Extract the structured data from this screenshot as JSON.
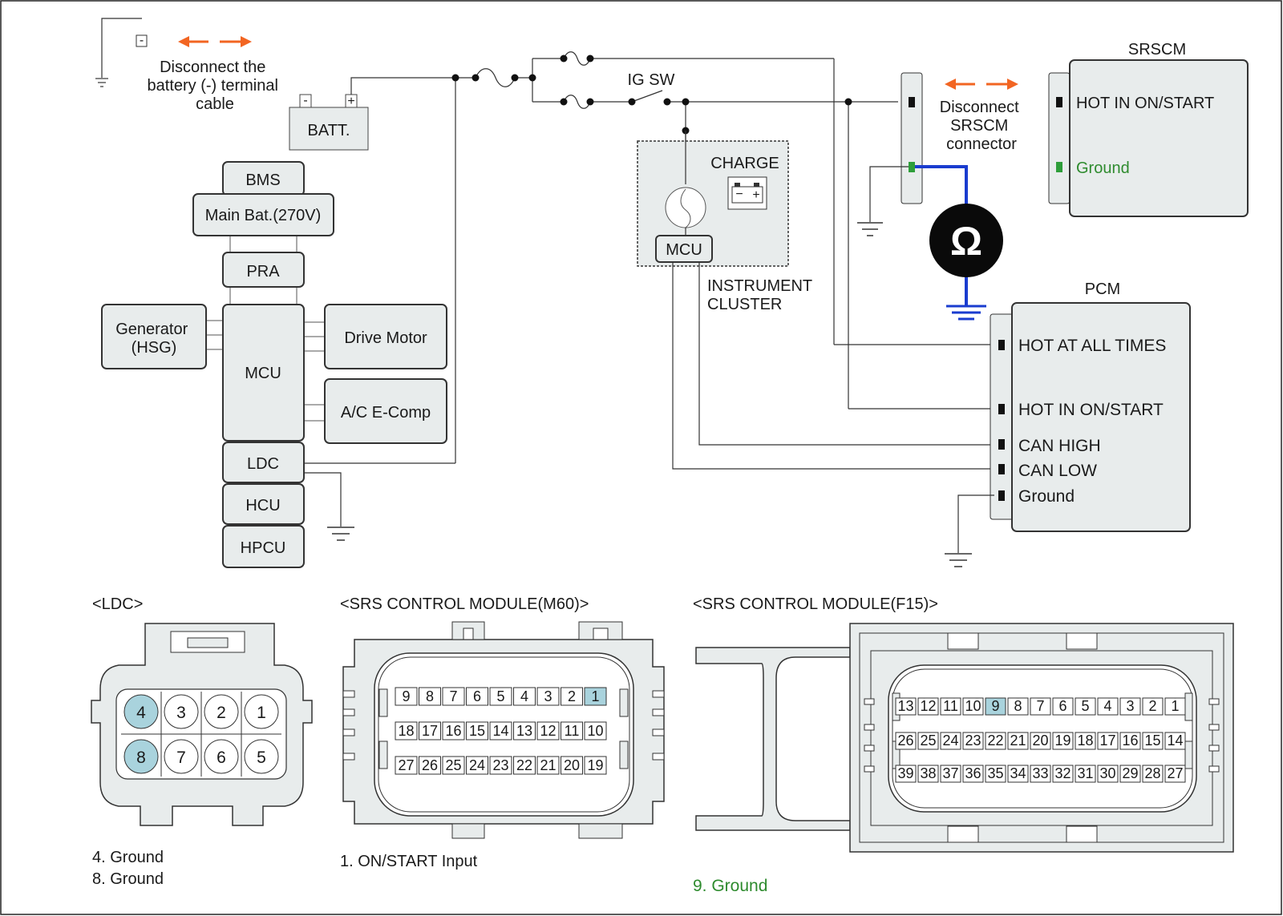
{
  "battery": {
    "disconnect_note": [
      "Disconnect the",
      "battery (-) terminal",
      "cable"
    ],
    "label": "BATT.",
    "minus": "-",
    "plus": "+"
  },
  "hybrid": {
    "bms": "BMS",
    "main_bat": "Main Bat.(270V)",
    "pra": "PRA",
    "generator": [
      "Generator",
      "(HSG)"
    ],
    "mcu": "MCU",
    "drive_motor": "Drive Motor",
    "ac_ecomp": "A/C E-Comp",
    "ldc": "LDC",
    "hcu": "HCU",
    "hpcu": "HPCU"
  },
  "ig_sw": "IG SW",
  "cluster": {
    "charge": "CHARGE",
    "mcu": "MCU",
    "name": [
      "INSTRUMENT",
      "CLUSTER"
    ]
  },
  "srscm": {
    "title": "SRSCM",
    "hot_in": "HOT IN ON/START",
    "ground": "Ground",
    "disconnect_note": [
      "Disconnect",
      "SRSCM",
      "connector"
    ]
  },
  "meter_symbol": "Ω",
  "pcm": {
    "title": "PCM",
    "pins": [
      "HOT AT ALL TIMES",
      "HOT IN ON/START",
      "CAN HIGH",
      "CAN LOW",
      "Ground"
    ]
  },
  "connectors": {
    "ldc": {
      "title": "<LDC>",
      "rows": [
        [
          "4",
          "3",
          "2",
          "1"
        ],
        [
          "8",
          "7",
          "6",
          "5"
        ]
      ],
      "notes": [
        "4. Ground",
        "8. Ground"
      ]
    },
    "m60": {
      "title": "<SRS CONTROL MODULE(M60)>",
      "rows": [
        [
          "9",
          "8",
          "7",
          "6",
          "5",
          "4",
          "3",
          "2",
          "1"
        ],
        [
          "18",
          "17",
          "16",
          "15",
          "14",
          "13",
          "12",
          "11",
          "10"
        ],
        [
          "27",
          "26",
          "25",
          "24",
          "23",
          "22",
          "21",
          "20",
          "19"
        ]
      ],
      "note": "1. ON/START Input"
    },
    "f15": {
      "title": "<SRS CONTROL MODULE(F15)>",
      "rows": [
        [
          "13",
          "12",
          "11",
          "10",
          "9",
          "8",
          "7",
          "6",
          "5",
          "4",
          "3",
          "2",
          "1"
        ],
        [
          "26",
          "25",
          "24",
          "23",
          "22",
          "21",
          "20",
          "19",
          "18",
          "17",
          "16",
          "15",
          "14"
        ],
        [
          "39",
          "38",
          "37",
          "36",
          "35",
          "34",
          "33",
          "32",
          "31",
          "30",
          "29",
          "28",
          "27"
        ]
      ],
      "note": "9. Ground"
    }
  },
  "colors": {
    "arrow": "#f26522",
    "meter_wire": "#1a3ccf",
    "ground_text": "#2e8b2e",
    "pin_highlight": "#a9d3dd",
    "box_fill": "#e8ecec"
  }
}
